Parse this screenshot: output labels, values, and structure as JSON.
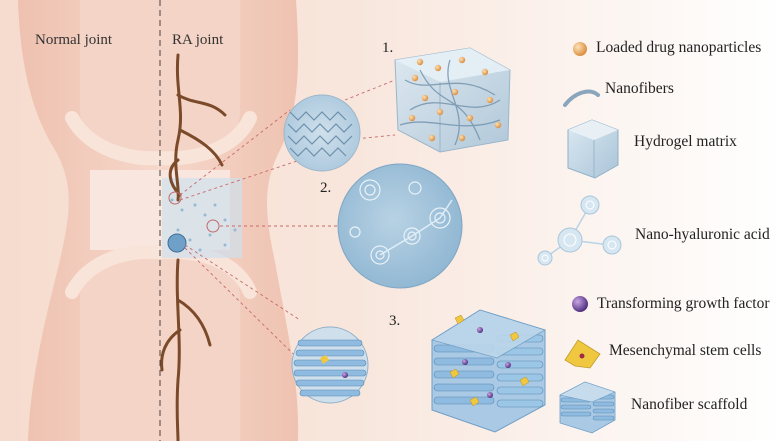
{
  "joint_labels": {
    "normal": "Normal joint",
    "ra": "RA joint"
  },
  "panels": {
    "p1": "1.",
    "p2": "2.",
    "p3": "3."
  },
  "legend": {
    "drug_nanoparticles": "Loaded drug nanoparticles",
    "nanofibers": "Nanofibers",
    "hydrogel": "Hydrogel matrix",
    "hyaluronic": "Nano-hyaluronic acid",
    "tgf": "Transforming growth factor",
    "msc": "Mesenchymal stem cells",
    "scaffold": "Nanofiber scaffold"
  },
  "colors": {
    "background_peach": "#f6e3d8",
    "joint_skin": "#f0c8b8",
    "cartilage": "#f7d9cf",
    "hydrogel_blue": "#c4d7e4",
    "hyaluronic_blue": "#9dbfd8",
    "nanoparticle_orange": "#e8a860",
    "tgf_purple": "#6a3d96",
    "msc_yellow": "#f0c840",
    "scaffold_blue": "#7fb0d8",
    "vessel_brown": "#7a4a2a"
  }
}
